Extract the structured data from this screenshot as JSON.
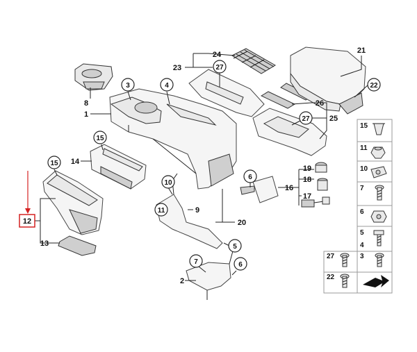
{
  "colors": {
    "background": "#ffffff",
    "line": "#222222",
    "highlight": "#d42020",
    "part_fill": "#e9e9e9",
    "part_shade": "#cfcfcf"
  },
  "callouts": {
    "n1": "1",
    "n2": "2",
    "n3": "3",
    "n4": "4",
    "n5": "5",
    "n6a": "6",
    "n6b": "6",
    "n7": "7",
    "n8": "8",
    "n9": "9",
    "n10": "10",
    "n11": "11",
    "n12": "12",
    "n13": "13",
    "n14": "14",
    "n15a": "15",
    "n15b": "15",
    "n16": "16",
    "n17": "17",
    "n18": "18",
    "n19": "19",
    "n20": "20",
    "n21": "21",
    "n22": "22",
    "n23": "23",
    "n24": "24",
    "n25": "25",
    "n26": "26",
    "n27a": "27",
    "n27b": "27"
  },
  "legend": {
    "items": [
      {
        "label": "15",
        "icon": "clip-icon"
      },
      {
        "label": "11",
        "icon": "nut-icon"
      },
      {
        "label": "10",
        "icon": "spring-nut-icon"
      },
      {
        "label": "7",
        "icon": "screw-icon"
      },
      {
        "label": "6",
        "icon": "hex-nut-icon"
      },
      {
        "label": "5",
        "icon": "bolt-icon"
      },
      {
        "label": "4",
        "icon": "screw-icon"
      },
      {
        "label": "3",
        "icon": "screw-icon"
      },
      {
        "label": "27",
        "icon": "screw-icon"
      },
      {
        "label": "22",
        "icon": "screw-icon"
      },
      {
        "label": "",
        "icon": "arrow-icon"
      }
    ]
  }
}
